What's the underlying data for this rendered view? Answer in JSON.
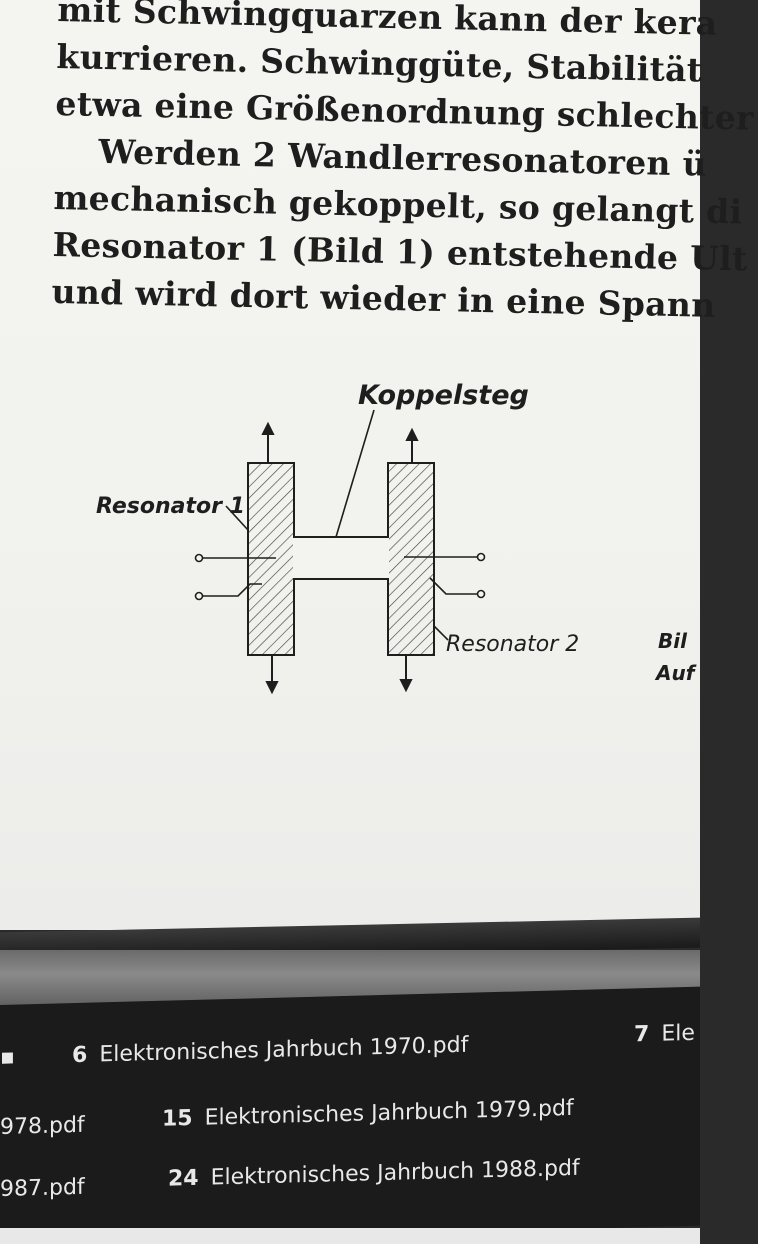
{
  "document": {
    "lines": [
      "mit Schwingquarzen kann der kera",
      "kurrieren. Schwinggüte, Stabilität",
      "etwa eine Größenordnung schlechter",
      "Werden 2 Wandlerresonatoren ü",
      "mechanisch gekoppelt, so gelangt di",
      "Resonator 1 (Bild 1) entstehende Ult",
      "und wird dort wieder in eine Spann"
    ],
    "figure": {
      "label_coupling": "Koppelsteg",
      "label_resonator1": "Resonator 1",
      "label_resonator2": "Resonator 2",
      "caption_line1": "Bil",
      "caption_line2": "Auf"
    }
  },
  "file_list": {
    "row1": [
      {
        "num": "6",
        "name": "Elektronisches Jahrbuch 1970.pdf"
      },
      {
        "num": "7",
        "name": "Ele"
      }
    ],
    "row2": [
      {
        "num": "",
        "name": "978.pdf"
      },
      {
        "num": "15",
        "name": "Elektronisches Jahrbuch 1979.pdf"
      }
    ],
    "row3": [
      {
        "num": "",
        "name": "987.pdf"
      },
      {
        "num": "24",
        "name": "Elektronisches Jahrbuch 1988.pdf"
      }
    ]
  },
  "colors": {
    "paper": "#f2f2ee",
    "ink": "#1e1e1e",
    "taskbar": "#1b1b1b",
    "taskbar_text": "#e8e8e8"
  }
}
